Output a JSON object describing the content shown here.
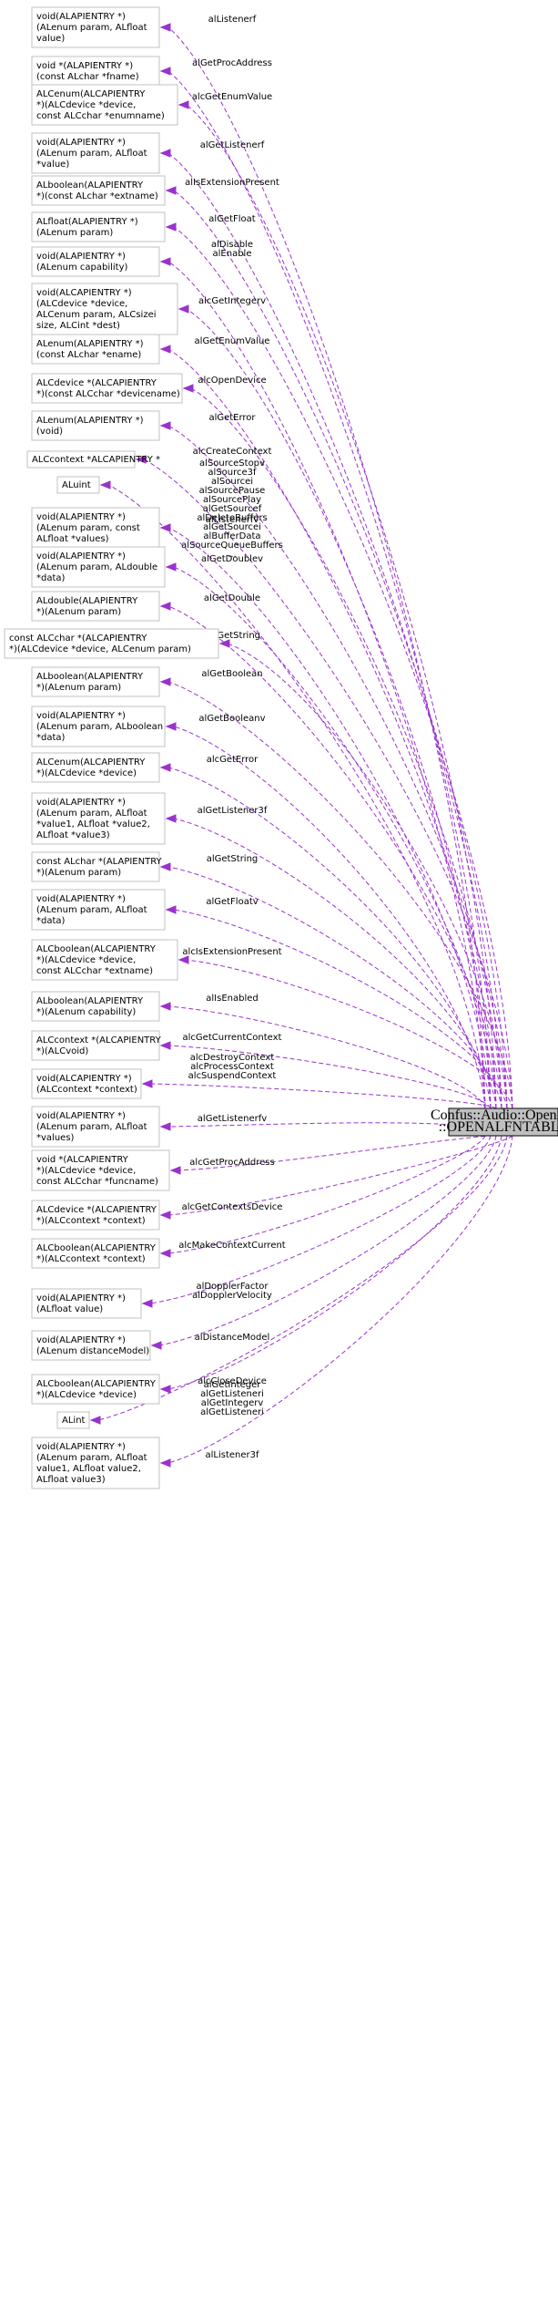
{
  "focus_node": {
    "lines": [
      "Confus::Audio::OpenAL",
      "::OPENALFNTABLE"
    ]
  },
  "types": [
    {
      "lines": [
        "void(ALAPIENTRY *)",
        "(ALenum param, ALfloat",
        "value)"
      ],
      "edge": [
        "alListenerf"
      ]
    },
    {
      "lines": [
        "void *(ALAPIENTRY *)",
        "(const ALchar *fname)"
      ],
      "edge": [
        "alGetProcAddress"
      ]
    },
    {
      "lines": [
        "ALCenum(ALCAPIENTRY",
        "*)(ALCdevice *device,",
        "const ALCchar *enumname)"
      ],
      "edge": [
        "alcGetEnumValue"
      ]
    },
    {
      "lines": [
        "void(ALAPIENTRY *)",
        "(ALenum param, ALfloat",
        "*value)"
      ],
      "edge": [
        "alGetListenerf"
      ]
    },
    {
      "lines": [
        "ALboolean(ALAPIENTRY",
        "*)(const ALchar *extname)"
      ],
      "edge": [
        "alIsExtensionPresent"
      ]
    },
    {
      "lines": [
        "ALfloat(ALAPIENTRY *)",
        "(ALenum param)"
      ],
      "edge": [
        "alGetFloat"
      ]
    },
    {
      "lines": [
        "void(ALAPIENTRY *)",
        "(ALenum capability)"
      ],
      "edge": [
        "alDisable",
        "alEnable"
      ]
    },
    {
      "lines": [
        "void(ALCAPIENTRY *)",
        "(ALCdevice *device,",
        "ALCenum param, ALCsizei",
        "size, ALCint *dest)"
      ],
      "edge": [
        "alcGetIntegerv"
      ]
    },
    {
      "lines": [
        "ALenum(ALAPIENTRY *)",
        "(const ALchar *ename)"
      ],
      "edge": [
        "alGetEnumValue"
      ]
    },
    {
      "lines": [
        "ALCdevice *(ALCAPIENTRY",
        "*)(const ALCchar *devicename)"
      ],
      "edge": [
        "alcOpenDevice"
      ]
    },
    {
      "lines": [
        "ALenum(ALAPIENTRY *)",
        "(void)"
      ],
      "edge": [
        "alGetError"
      ]
    },
    {
      "lines": [
        "ALCcontext *ALCAPIENTRY *"
      ],
      "edge": [
        "alcCreateContext"
      ]
    },
    {
      "lines": [
        "ALuint"
      ],
      "edge": [
        "alSourceStopv",
        "alSource3f",
        "alSourcei",
        "alSourcePause",
        "alSourcePlay",
        "alGetSourcef",
        "alDeleteBuffers",
        "alGetSourcei",
        "alBufferData",
        "alSourceQueueBuffers",
        "..."
      ]
    },
    {
      "lines": [
        "void(ALAPIENTRY *)",
        "(ALenum param, const",
        "ALfloat *values)"
      ],
      "edge": [
        "alListenerfv"
      ]
    },
    {
      "lines": [
        "void(ALAPIENTRY *)",
        "(ALenum param, ALdouble",
        "*data)"
      ],
      "edge": [
        "alGetDoublev"
      ]
    },
    {
      "lines": [
        "ALdouble(ALAPIENTRY",
        "*)(ALenum param)"
      ],
      "edge": [
        "alGetDouble"
      ]
    },
    {
      "lines": [
        "const ALCchar *(ALCAPIENTRY",
        "*)(ALCdevice *device, ALCenum param)"
      ],
      "edge": [
        "alcGetString"
      ]
    },
    {
      "lines": [
        "ALboolean(ALAPIENTRY",
        "*)(ALenum param)"
      ],
      "edge": [
        "alGetBoolean"
      ]
    },
    {
      "lines": [
        "void(ALAPIENTRY *)",
        "(ALenum param, ALboolean",
        "*data)"
      ],
      "edge": [
        "alGetBooleanv"
      ]
    },
    {
      "lines": [
        "ALCenum(ALCAPIENTRY",
        "*)(ALCdevice *device)"
      ],
      "edge": [
        "alcGetError"
      ]
    },
    {
      "lines": [
        "void(ALAPIENTRY *)",
        "(ALenum param, ALfloat",
        "*value1, ALfloat *value2,",
        "ALfloat *value3)"
      ],
      "edge": [
        "alGetListener3f"
      ]
    },
    {
      "lines": [
        "const ALchar *(ALAPIENTRY",
        "*)(ALenum param)"
      ],
      "edge": [
        "alGetString"
      ]
    },
    {
      "lines": [
        "void(ALAPIENTRY *)",
        "(ALenum param, ALfloat",
        "*data)"
      ],
      "edge": [
        "alGetFloatv"
      ]
    },
    {
      "lines": [
        "ALCboolean(ALCAPIENTRY",
        "*)(ALCdevice *device,",
        "const ALCchar *extname)"
      ],
      "edge": [
        "alcIsExtensionPresent"
      ]
    },
    {
      "lines": [
        "ALboolean(ALAPIENTRY",
        "*)(ALenum capability)"
      ],
      "edge": [
        "alIsEnabled"
      ]
    },
    {
      "lines": [
        "ALCcontext *(ALCAPIENTRY",
        "*)(ALCvoid)"
      ],
      "edge": [
        "alcGetCurrentContext"
      ]
    },
    {
      "lines": [
        "void(ALCAPIENTRY *)",
        "(ALCcontext *context)"
      ],
      "edge": [
        "alcDestroyContext",
        "alcProcessContext",
        "alcSuspendContext"
      ]
    },
    {
      "lines": [
        "void(ALAPIENTRY *)",
        "(ALenum param, ALfloat",
        "*values)"
      ],
      "edge": [
        "alGetListenerfv"
      ]
    },
    {
      "lines": [
        "void *(ALCAPIENTRY",
        "*)(ALCdevice *device,",
        "const ALCchar *funcname)"
      ],
      "edge": [
        "alcGetProcAddress"
      ]
    },
    {
      "lines": [
        "ALCdevice *(ALCAPIENTRY",
        "*)(ALCcontext *context)"
      ],
      "edge": [
        "alcGetContextsDevice"
      ]
    },
    {
      "lines": [
        "ALCboolean(ALCAPIENTRY",
        "*)(ALCcontext *context)"
      ],
      "edge": [
        "alcMakeContextCurrent"
      ]
    },
    {
      "lines": [
        "void(ALAPIENTRY *)",
        "(ALfloat value)"
      ],
      "edge": [
        "alDopplerFactor",
        "alDopplerVelocity"
      ]
    },
    {
      "lines": [
        "void(ALAPIENTRY *)",
        "(ALenum distanceModel)"
      ],
      "edge": [
        "alDistanceModel"
      ]
    },
    {
      "lines": [
        "ALCboolean(ALCAPIENTRY",
        "*)(ALCdevice *device)"
      ],
      "edge": [
        "alcCloseDevice"
      ]
    },
    {
      "lines": [
        "ALint"
      ],
      "edge": [
        "alGetInteger",
        "alGetListeneri",
        "alGetIntegerv",
        "alGetListeneri"
      ]
    },
    {
      "lines": [
        "void(ALAPIENTRY *)",
        "(ALenum param, ALfloat",
        "value1, ALfloat value2,",
        "ALfloat value3)"
      ],
      "edge": [
        "alListener3f"
      ]
    }
  ]
}
